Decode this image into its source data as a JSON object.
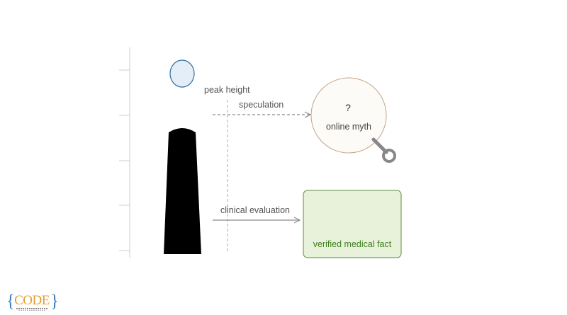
{
  "labels": {
    "peak_height": "peak height",
    "speculation": "speculation",
    "clinical_evaluation": "clinical evaluation",
    "myth_symbol": "?",
    "myth_text": "online myth",
    "fact_text": "verified medical fact"
  },
  "logo": {
    "text": "CODE",
    "brace_open": "{",
    "brace_close": "}"
  },
  "colors": {
    "head_fill": "#e4eef9",
    "head_stroke": "#2e6e9e",
    "body_fill": "#000000",
    "myth_fill": "#fcfbf7",
    "myth_stroke": "#c4a484",
    "magnifier": "#888888",
    "fact_fill": "#e8f2da",
    "fact_stroke": "#5e8a3c",
    "fact_text": "#3f7f1e",
    "arrow": "#8a8a8a",
    "axis": "#cccccc",
    "logo_text": "#e0a030",
    "logo_brace": "#3a7fc0"
  }
}
